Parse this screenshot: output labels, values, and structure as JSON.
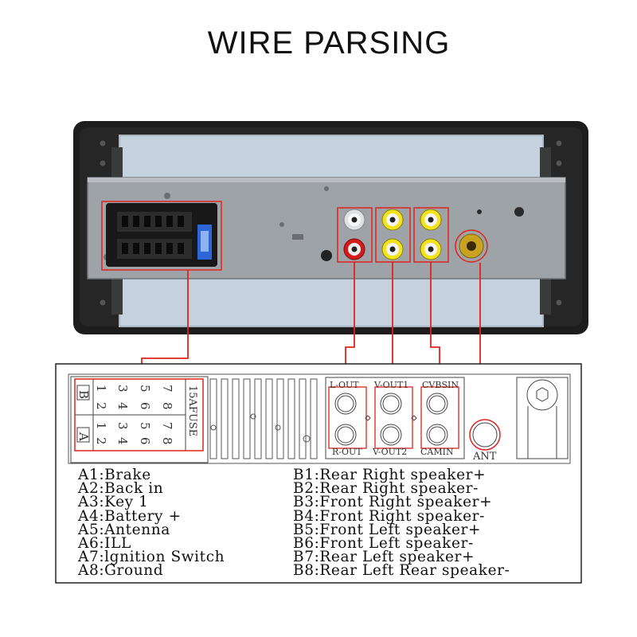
{
  "title": "WIRE PARSING",
  "colors": {
    "frame": "#1c1c1c",
    "plate": "#9aa0a6",
    "screen_back": "#c6d3de",
    "wire": "#e0231d",
    "rca_red": "#d91c1c",
    "rca_white": "#f4f4f4",
    "rca_yellow": "#f2e31a",
    "ant_gold": "#c9a222",
    "fuse_blue": "#2f66d8"
  },
  "panel": {
    "pin_labels": {
      "B_top": [
        "1",
        "3",
        "5",
        "7"
      ],
      "B_bottom": [
        "2",
        "4",
        "6",
        "8"
      ],
      "A_top": [
        "1",
        "3",
        "5",
        "7"
      ],
      "A_bottom": [
        "2",
        "4",
        "6",
        "8"
      ]
    },
    "row_label_b": "B",
    "row_label_a": "A",
    "fuse": "15AFUSE",
    "l_out": "L-OUT",
    "r_out": "R-OUT",
    "v_out1": "V-OUT1",
    "v_out2": "V-OUT2",
    "cvbs_in": "CVBSIN",
    "cam_in": "CAMIN",
    "ant": "ANT"
  },
  "legend_a": [
    "A1:Brake",
    "A2:Back in",
    "A3:Key 1",
    "A4:Battery +",
    "A5:Antenna",
    "A6:ILL",
    "A7:lgnition Switch",
    "A8:Ground"
  ],
  "legend_b": [
    "B1:Rear Right speaker+",
    "B2:Rear Right speaker-",
    "B3:Front Right speaker+",
    "B4:Front Right speaker-",
    "B5:Front Left speaker+",
    "B6:Front Left speaker-",
    "B7:Rear Left speaker+",
    "B8:Rear Left Rear speaker-"
  ]
}
